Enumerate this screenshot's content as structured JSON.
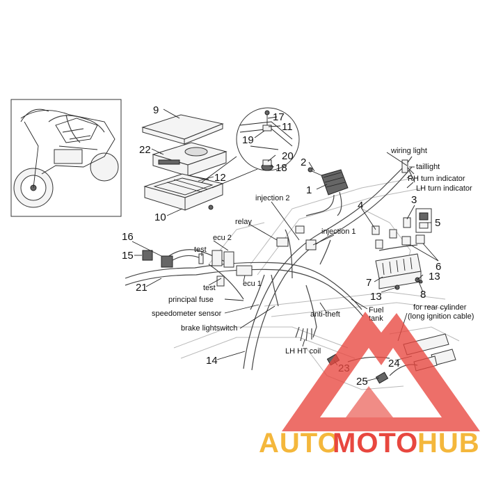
{
  "callouts": {
    "n1": "1",
    "n2": "2",
    "n3": "3",
    "n4": "4",
    "n5": "5",
    "n6": "6",
    "n7": "7",
    "n8": "8",
    "n9": "9",
    "n10": "10",
    "n11": "11",
    "n12": "12",
    "n13a": "13",
    "n13b": "13",
    "n14": "14",
    "n15": "15",
    "n16": "16",
    "n17": "17",
    "n18": "18",
    "n19": "19",
    "n20": "20",
    "n21": "21",
    "n22": "22",
    "n23": "23",
    "n24": "24",
    "n25": "25"
  },
  "labels": {
    "wiring_light": "wiring light",
    "taillight": "taillight",
    "rh_turn": "RH turn indicator",
    "lh_turn": "LH turn indicator",
    "injection2": "injection 2",
    "injection1": "injection 1",
    "relay": "relay",
    "ecu2": "ecu  2",
    "test1": "test",
    "test2": "test",
    "ecu1": "ecu 1",
    "principal_fuse": "principal fuse",
    "speedometer_sensor": "speedometer sensor",
    "brake_lightswitch": "brake lightswitch",
    "anti_theft": "anti-theft",
    "fuel": "Fuel",
    "tank": "tank",
    "lh_ht_coil": "LH HT coil",
    "rear_cyl_1": "for rear cylinder",
    "rear_cyl_2": "(long ignition cable)"
  },
  "watermark": {
    "part1": "AUTO",
    "part2": "MOTO",
    "part3": "HUB",
    "color_main": "#e8473f",
    "color_gold": "#f4b73c"
  }
}
